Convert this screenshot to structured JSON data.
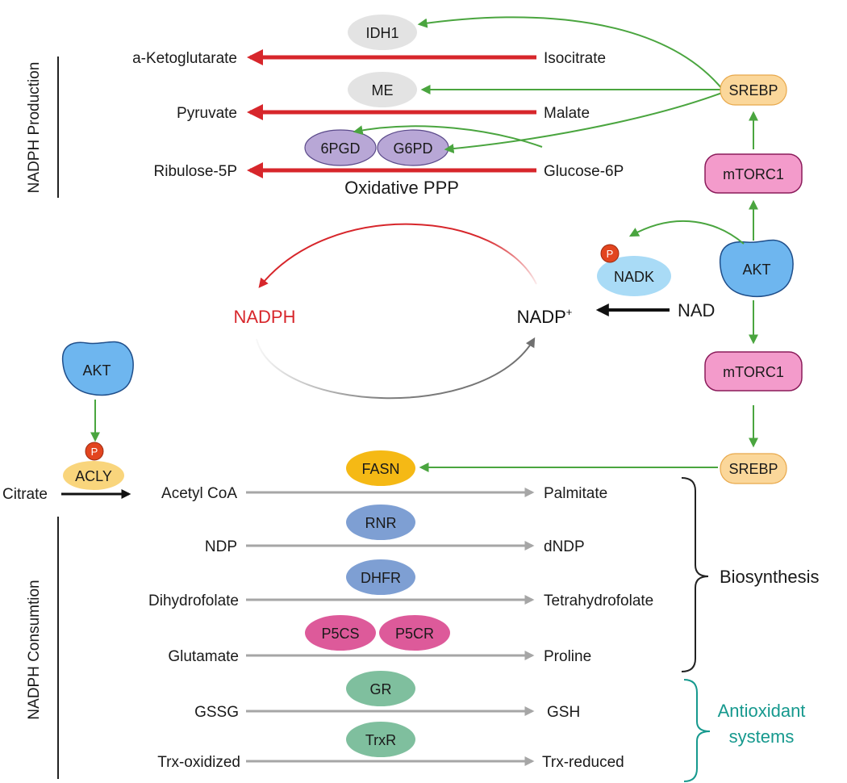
{
  "sections": {
    "production": "NADPH Production",
    "consumption": "NADPH Consumtion"
  },
  "production": {
    "substrates": [
      "Isocitrate",
      "Malate",
      "Glucose-6P"
    ],
    "products": [
      "a-Ketoglutarate",
      "Pyruvate",
      "Ribulose-5P"
    ],
    "enzymes": [
      "IDH1",
      "ME",
      "6PGD",
      "G6PD"
    ],
    "ppp_label": "Oxidative PPP"
  },
  "signaling": {
    "srebp": "SREBP",
    "mtorc1": "mTORC1",
    "akt": "AKT",
    "nadk": "NADK",
    "phospho": "P"
  },
  "cycle": {
    "nadph": "NADPH",
    "nadp": "NADP",
    "nadp_sup": "+",
    "nad": "NAD"
  },
  "acly_path": {
    "citrate": "Citrate",
    "acly": "ACLY"
  },
  "consumption": {
    "reactions": [
      {
        "substrate": "Acetyl CoA",
        "product": "Palmitate",
        "enzymes": [
          "FASN"
        ]
      },
      {
        "substrate": "NDP",
        "product": "dNDP",
        "enzymes": [
          "RNR"
        ]
      },
      {
        "substrate": "Dihydrofolate",
        "product": "Tetrahydrofolate",
        "enzymes": [
          "DHFR"
        ]
      },
      {
        "substrate": "Glutamate",
        "product": "Proline",
        "enzymes": [
          "P5CS",
          "P5CR"
        ]
      },
      {
        "substrate": "GSSG",
        "product": "GSH",
        "enzymes": [
          "GR"
        ]
      },
      {
        "substrate": "Trx-oxidized",
        "product": "Trx-reduced",
        "enzymes": [
          "TrxR"
        ]
      }
    ]
  },
  "groups": {
    "biosynthesis": "Biosynthesis",
    "antioxidant_line1": "Antioxidant",
    "antioxidant_line2": "systems"
  },
  "colors": {
    "red_arrow": "#d7262b",
    "green_arrow": "#4aa53f",
    "grey_arrow": "#a6a6a6",
    "black_arrow": "#111111",
    "srebp_fill": "#fbd79a",
    "mtorc1_fill": "#f39bcb",
    "akt_fill": "#6eb6ef",
    "nadk_fill": "#a9dbf6",
    "grey_enzyme": "#e3e3e3",
    "ppp_enzyme": "#b8a7d6",
    "fasn_fill": "#f5b915",
    "acly_fill": "#f9d57c",
    "blue_enzyme": "#7e9fd3",
    "pink_enzyme": "#dd5a9a",
    "green_enzyme": "#7fbf9e",
    "antioxidant_text": "#16998e"
  }
}
